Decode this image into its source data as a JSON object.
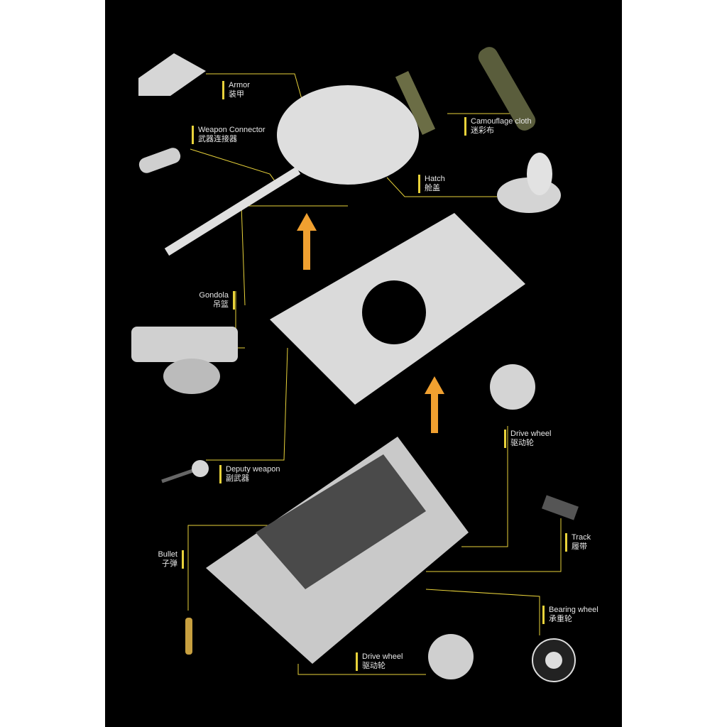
{
  "labels": {
    "armor": {
      "en": "Armor",
      "zh": "装甲"
    },
    "weapon_connector": {
      "en": "Weapon Connector",
      "zh": "武器连接器"
    },
    "camouflage": {
      "en": "Camouflage cloth",
      "zh": "迷彩布"
    },
    "hatch": {
      "en": "Hatch",
      "zh": "舱盖"
    },
    "gondola": {
      "en": "Gondola",
      "zh": "吊篮"
    },
    "drive_wheel_top": {
      "en": "Drive wheel",
      "zh": "驱动轮"
    },
    "deputy_weapon": {
      "en": "Deputy weapon",
      "zh": "副武器"
    },
    "track": {
      "en": "Track",
      "zh": "履带"
    },
    "bullet": {
      "en": "Bullet",
      "zh": "子弹"
    },
    "bearing_wheel": {
      "en": "Bearing wheel",
      "zh": "承重轮"
    },
    "drive_wheel_bottom": {
      "en": "Drive wheel",
      "zh": "驱动轮"
    }
  },
  "colors": {
    "background": "#000000",
    "leader": "#e8d23a",
    "arrow": "#f0a030",
    "part": "#d8d8d8"
  }
}
